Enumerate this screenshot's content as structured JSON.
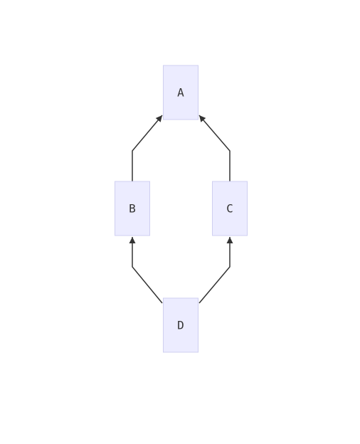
{
  "diagram": {
    "type": "flowchart",
    "direction": "bottom-to-top",
    "colors": {
      "node_fill": "#ececff",
      "node_stroke": "#cfcff0",
      "edge": "#333333",
      "label": "#333333"
    },
    "nodes": [
      {
        "id": "A",
        "label": "A"
      },
      {
        "id": "B",
        "label": "B"
      },
      {
        "id": "C",
        "label": "C"
      },
      {
        "id": "D",
        "label": "D"
      }
    ],
    "edges": [
      {
        "from": "D",
        "to": "B"
      },
      {
        "from": "D",
        "to": "C"
      },
      {
        "from": "B",
        "to": "A"
      },
      {
        "from": "C",
        "to": "A"
      }
    ]
  }
}
